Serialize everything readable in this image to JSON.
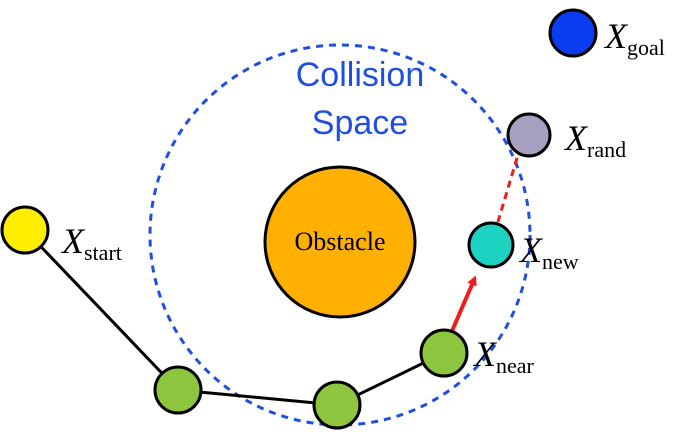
{
  "diagram": {
    "collision_region": {
      "line1": "Collision",
      "line2": "Space",
      "color": "#1f4fe0"
    },
    "obstacle": {
      "label": "Obstacle",
      "color": "#ffb000"
    },
    "nodes": {
      "goal": {
        "main": "X",
        "sub": "goal",
        "color": "#0a3cf0"
      },
      "rand": {
        "main": "X",
        "sub": "rand",
        "color": "#a79fc0"
      },
      "start": {
        "main": "X",
        "sub": "start",
        "color": "#ffee00"
      },
      "new": {
        "main": "X",
        "sub": "new",
        "color": "#1ed2c2"
      },
      "near": {
        "main": "X",
        "sub": "near",
        "color": "#8dc53e"
      },
      "path_node_1": {
        "color": "#8dc53e"
      },
      "path_node_2": {
        "color": "#8dc53e"
      }
    },
    "edges": {
      "tree_color": "#000000",
      "extension_color": "#ee1c1c"
    }
  }
}
